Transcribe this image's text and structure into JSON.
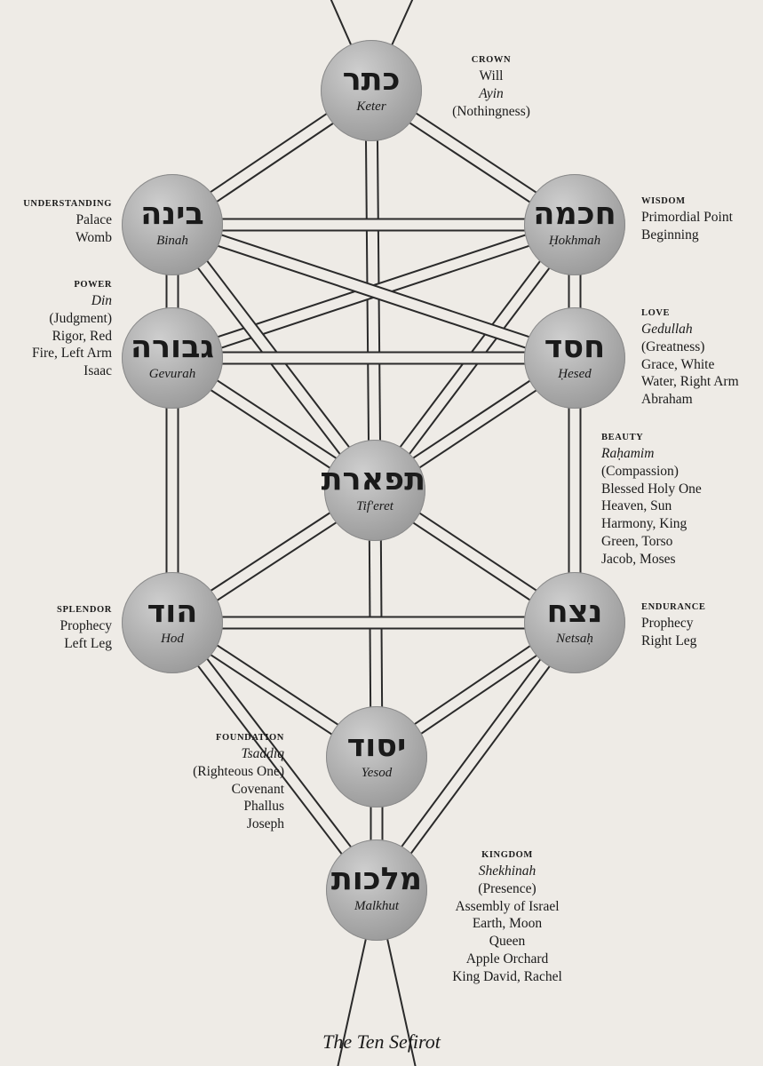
{
  "sefirot": {
    "keter": {
      "hebrew": "כתר",
      "name": "Keter",
      "heading": "CROWN",
      "lines": [
        "Will",
        "Ayin",
        "(Nothingness)"
      ]
    },
    "hokhmah": {
      "hebrew": "חכמה",
      "name": "Ḥokhmah",
      "heading": "WISDOM",
      "lines": [
        "Primordial Point",
        "Beginning"
      ]
    },
    "binah": {
      "hebrew": "בינה",
      "name": "Binah",
      "heading": "UNDERSTANDING",
      "lines": [
        "Palace",
        "Womb"
      ]
    },
    "hesed": {
      "hebrew": "חסד",
      "name": "Ḥesed",
      "heading": "LOVE",
      "lines": [
        "Gedullah",
        "(Greatness)",
        "Grace, White",
        "Water, Right Arm",
        "Abraham"
      ]
    },
    "gevurah": {
      "hebrew": "גבורה",
      "name": "Gevurah",
      "heading": "POWER",
      "lines": [
        "Din",
        "(Judgment)",
        "Rigor, Red",
        "Fire, Left Arm",
        "Isaac"
      ]
    },
    "tiferet": {
      "hebrew": "תפארת",
      "name": "Tif'eret",
      "heading": "BEAUTY",
      "lines": [
        "Raḥamim",
        "(Compassion)",
        "Blessed Holy One",
        "Heaven, Sun",
        "Harmony, King",
        "Green, Torso",
        "Jacob, Moses"
      ]
    },
    "netsah": {
      "hebrew": "נצח",
      "name": "Netsaḥ",
      "heading": "ENDURANCE",
      "lines": [
        "Prophecy",
        "Right Leg"
      ]
    },
    "hod": {
      "hebrew": "הוד",
      "name": "Hod",
      "heading": "SPLENDOR",
      "lines": [
        "Prophecy",
        "Left Leg"
      ]
    },
    "yesod": {
      "hebrew": "יסוד",
      "name": "Yesod",
      "heading": "FOUNDATION",
      "lines": [
        "Tsaddiq",
        "(Righteous One)",
        "Covenant",
        "Phallus",
        "Joseph"
      ]
    },
    "malkhut": {
      "hebrew": "מלכות",
      "name": "Malkhut",
      "heading": "KINGDOM",
      "lines": [
        "Shekhinah",
        "(Presence)",
        "Assembly of Israel",
        "Earth, Moon",
        "Queen",
        "Apple Orchard",
        "King David, Rachel"
      ]
    }
  },
  "caption": "The Ten Sefirot"
}
